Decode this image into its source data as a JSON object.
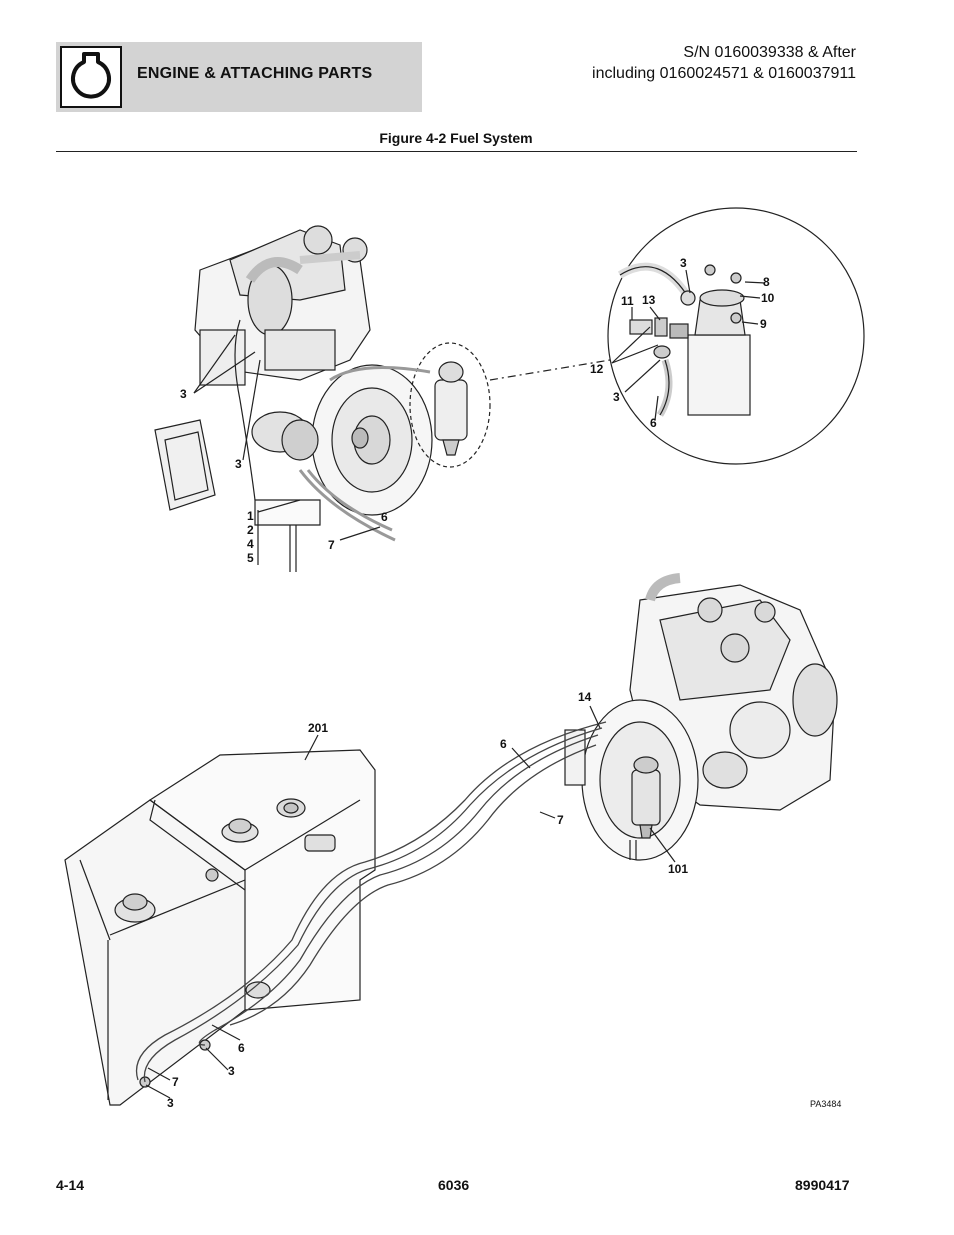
{
  "header": {
    "section_title": "ENGINE & ATTACHING PARTS",
    "serial_line_1": "S/N 0160039338 & After",
    "serial_line_2": "including 0160024571 & 0160037911",
    "icon": "engine-section-icon"
  },
  "figure": {
    "title": "Figure 4-2 Fuel System",
    "drawing_code": "PA3484"
  },
  "callouts": {
    "top_left_3a": "3",
    "top_left_3b": "3",
    "stack_1": "1",
    "stack_2": "2",
    "stack_4": "4",
    "stack_5": "5",
    "top_6": "6",
    "top_7": "7",
    "detail_3a": "3",
    "detail_8": "8",
    "detail_10": "10",
    "detail_9": "9",
    "detail_11": "11",
    "detail_13": "13",
    "detail_12": "12",
    "detail_3b": "3",
    "detail_6": "6",
    "bottom_201": "201",
    "bottom_14": "14",
    "bottom_6a": "6",
    "bottom_7a": "7",
    "bottom_101": "101",
    "bottom_6b": "6",
    "bottom_3a": "3",
    "bottom_7b": "7",
    "bottom_3b": "3"
  },
  "footer": {
    "page": "4-14",
    "model": "6036",
    "manual": "8990417"
  }
}
